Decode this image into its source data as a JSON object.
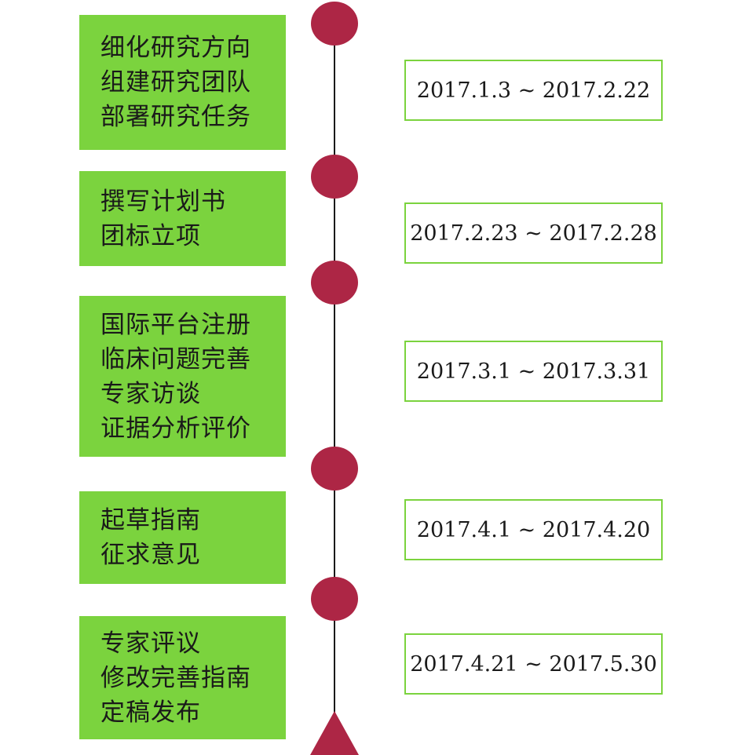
{
  "colors": {
    "task_fill": "#7bd33e",
    "node_fill": "#ad2645",
    "line": "#1a1a1a",
    "date_border": "#7bd33e"
  },
  "stages": [
    {
      "tasks": [
        "细化研究方向",
        "组建研究团队",
        "部署研究任务"
      ],
      "date": "2017.1.3 ~ 2017.2.22"
    },
    {
      "tasks": [
        "撰写计划书",
        "团标立项"
      ],
      "date": "2017.2.23 ~ 2017.2.28"
    },
    {
      "tasks": [
        "国际平台注册",
        "临床问题完善",
        "专家访谈",
        "证据分析评价"
      ],
      "date": "2017.3.1 ~ 2017.3.31"
    },
    {
      "tasks": [
        "起草指南",
        "征求意见"
      ],
      "date": "2017.4.1 ~ 2017.4.20"
    },
    {
      "tasks": [
        "专家评议",
        "修改完善指南",
        "定稿发布"
      ],
      "date": "2017.4.21 ~ 2017.5.30"
    }
  ]
}
